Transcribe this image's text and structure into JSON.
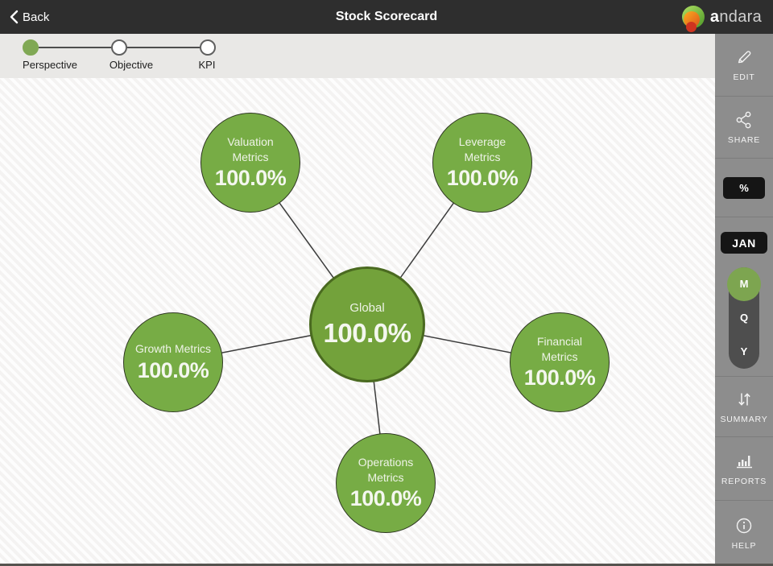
{
  "header": {
    "back_label": "Back",
    "title": "Stock Scorecard",
    "brand": {
      "name_lead": "a",
      "name_rest": "ndara"
    }
  },
  "stepper": {
    "steps": [
      {
        "label": "Perspective",
        "active": true
      },
      {
        "label": "Objective",
        "active": false
      },
      {
        "label": "KPI",
        "active": false
      }
    ]
  },
  "scorecard": {
    "center": {
      "label": "Global",
      "value": "100.0%"
    },
    "nodes": [
      {
        "label": "Valuation Metrics",
        "value": "100.0%"
      },
      {
        "label": "Leverage Metrics",
        "value": "100.0%"
      },
      {
        "label": "Growth Metrics",
        "value": "100.0%"
      },
      {
        "label": "Financial Metrics",
        "value": "100.0%"
      },
      {
        "label": "Operations Metrics",
        "value": "100.0%"
      }
    ]
  },
  "sidebar": {
    "edit": "EDIT",
    "share": "SHARE",
    "percent": "%",
    "month": "JAN",
    "periods": [
      "M",
      "Q",
      "Y"
    ],
    "selected_period": "M",
    "summary": "SUMMARY",
    "reports": "REPORTS",
    "help": "HELP"
  },
  "colors": {
    "accent_green": "#77ac45",
    "center_green": "#73a23b",
    "topbar": "#2e2e2e",
    "sidebar_gray": "#8d8d8d",
    "button_black": "#151515"
  }
}
